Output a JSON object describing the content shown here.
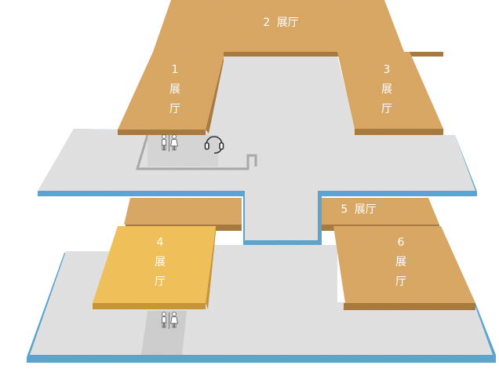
{
  "halls": [
    {
      "id": "hall-1",
      "number": "1",
      "char1": "展",
      "char2": "厅",
      "color": "#dcaa66",
      "side": "#a87a3f",
      "selected": false
    },
    {
      "id": "hall-2",
      "number": "2",
      "text": "展厅",
      "color": "#dcaa66",
      "side": "#a87a3f",
      "selected": false
    },
    {
      "id": "hall-3",
      "number": "3",
      "char1": "展",
      "char2": "厅",
      "color": "#dcaa66",
      "side": "#a87a3f",
      "selected": false
    },
    {
      "id": "hall-4",
      "number": "4",
      "char1": "展",
      "char2": "厅",
      "color": "#f3c35c",
      "side": "#c89536",
      "selected": true
    },
    {
      "id": "hall-5",
      "number": "5",
      "text": "展厅",
      "color": "#dcaa66",
      "side": "#a87a3f",
      "selected": false
    },
    {
      "id": "hall-6",
      "number": "6",
      "char1": "展",
      "char2": "厅",
      "color": "#dcaa66",
      "side": "#a87a3f",
      "selected": false
    }
  ],
  "icons": [
    "restroom-icon",
    "service-desk-headset-icon",
    "restroom-icon"
  ],
  "colors": {
    "floor": "#e7e7e7",
    "floor_edge": "#5aa4cf",
    "corridor": "#cfcfcf",
    "hall": "#dcaa66",
    "hall_selected": "#f3c35c"
  }
}
